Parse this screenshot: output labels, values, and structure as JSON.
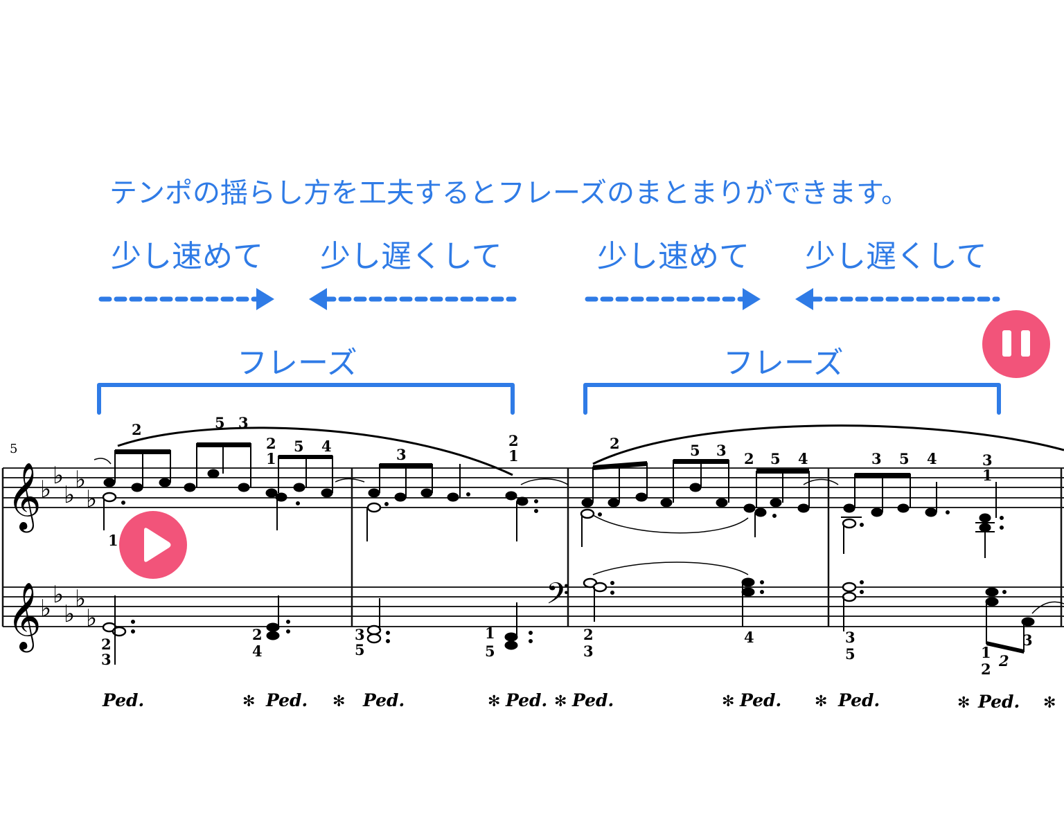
{
  "headline": "テンポの揺らし方を工夫するとフレーズのまとまりができます。",
  "tempo_hints": [
    {
      "label": "少し速めて",
      "direction": "right"
    },
    {
      "label": "少し遅くして",
      "direction": "left"
    },
    {
      "label": "少し速めて",
      "direction": "right"
    },
    {
      "label": "少し遅くして",
      "direction": "left"
    }
  ],
  "phrases": [
    {
      "label": "フレーズ"
    },
    {
      "label": "フレーズ"
    }
  ],
  "controls": {
    "play_icon": "play-icon",
    "pause_icon": "pause-icon"
  },
  "colors": {
    "accent": "#2f7be6",
    "button": "#f2547a"
  },
  "score": {
    "measure_number": "5",
    "fingerings_upper": [
      "2",
      "5",
      "3",
      "2",
      "1",
      "5",
      "4",
      "1",
      "3",
      "2",
      "1",
      "2",
      "5",
      "3",
      "2",
      "5",
      "4",
      "3",
      "5",
      "4",
      "3",
      "1"
    ],
    "fingerings_lower": [
      "2",
      "3",
      "2",
      "4",
      "3",
      "5",
      "1",
      "5",
      "2",
      "3",
      "4",
      "3",
      "5",
      "1",
      "2",
      "2",
      "3"
    ],
    "pedal_mark": "Ped.",
    "pedal_release": "✻"
  }
}
